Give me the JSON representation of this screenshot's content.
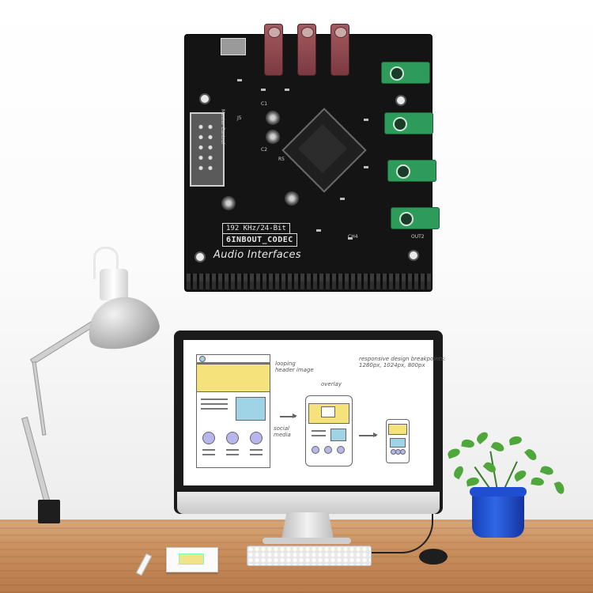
{
  "scene": {
    "description_objects": [
      "pcb",
      "desk-lamp",
      "monitor",
      "plant",
      "keyboard",
      "mouse",
      "notepad",
      "pen"
    ]
  },
  "pcb": {
    "spec_label": "192 KHz/24-Bit",
    "model_label": "6INBOUT_CODEC",
    "product_label": "Audio Interfaces",
    "header_label": "Master Control",
    "small_labels": [
      "C1",
      "C2",
      "R5",
      "J5",
      "CH4",
      "OUT2"
    ]
  },
  "screen": {
    "annotation_header": "looping\nheader image",
    "annotation_breakpoints": "responsive design breakpoints:\n1280px, 1024px, 800px",
    "annotation_overlay": "overlay",
    "annotation_social": "social\nmedia"
  },
  "colors": {
    "pcb": "#141414",
    "jack_green": "#2d9b59",
    "jack_red": "#a55a61",
    "wireframe_yellow": "#f6e27a",
    "wireframe_blue": "#9fd4e6",
    "wireframe_purple": "#b7b6ec",
    "pot_blue": "#2f67e6",
    "desk_wood": "#c98f5e"
  }
}
